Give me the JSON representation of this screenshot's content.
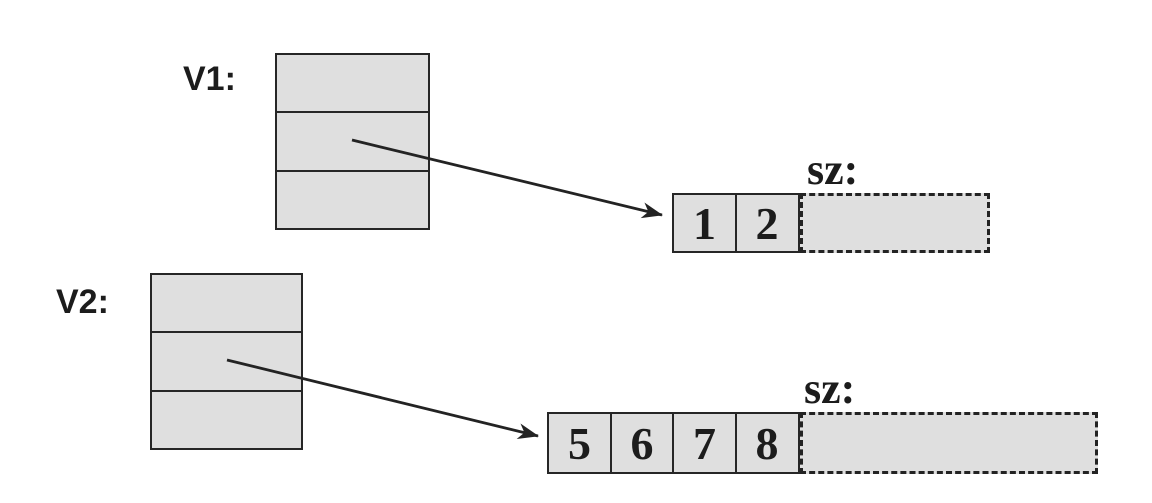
{
  "colors": {
    "cell_fill": "#dfdfdf",
    "line": "#232323",
    "text": "#1c1c1c"
  },
  "v1": {
    "label": "V1:",
    "sz_label": "sz:",
    "cells": [
      "1",
      "2"
    ]
  },
  "v2": {
    "label": "V2:",
    "sz_label": "sz:",
    "cells": [
      "5",
      "6",
      "7",
      "8"
    ]
  }
}
